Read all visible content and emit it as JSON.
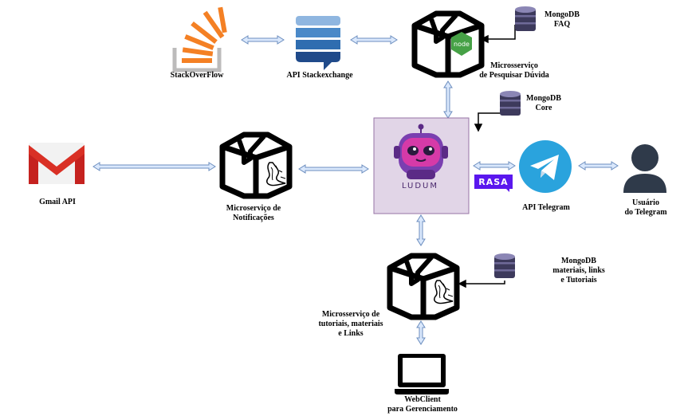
{
  "labels": {
    "stackoverflow": "StackOverFlow",
    "api_stackexchange": "API Stackexchange",
    "mongodb_faq_l1": "MongoDB",
    "mongodb_faq_l2": "FAQ",
    "ms_pesquisar_l1": "Microsserviço",
    "ms_pesquisar_l2": "de Pesquisar Dúvida",
    "mongodb_core_l1": "MongoDB",
    "mongodb_core_l2": "Core",
    "gmail_api": "Gmail API",
    "ms_notificacoes_l1": "Microserviço de",
    "ms_notificacoes_l2": "Notificações",
    "ludum": "LUDUM",
    "rasa": "RASA",
    "api_telegram": "API Telegram",
    "usuario_l1": "Usuário",
    "usuario_l2": "do Telegram",
    "mongodb_materiais_l1": "MongoDB",
    "mongodb_materiais_l2": "materiais, links",
    "mongodb_materiais_l3": "e Tutoriais",
    "ms_tutoriais_l1": "Microsserviço de",
    "ms_tutoriais_l2": "tutoriais, materiais",
    "ms_tutoriais_l3": "e Links",
    "webclient_l1": "WebClient",
    "webclient_l2": "para Gerenciamento",
    "node_logo": "node"
  },
  "colors": {
    "arrow_fill": "#dae8fc",
    "arrow_stroke": "#6c8ebf",
    "ludum_bg": "#e1d5e7",
    "ludum_border": "#9673a6",
    "telegram": "#2aa3dd",
    "gmail_red": "#d93025",
    "stack_orange": "#f48024",
    "stack_gray": "#bcbbbb",
    "stackexchange_blue": "#1f5fa8",
    "db_purple": "#3d3a5c"
  },
  "icons": [
    "stackoverflow-icon",
    "stackexchange-icon",
    "box-icon",
    "nodejs-icon",
    "database-icon",
    "gmail-icon",
    "flask-icon",
    "robot-icon",
    "rasa-logo",
    "telegram-icon",
    "user-icon",
    "laptop-icon"
  ]
}
